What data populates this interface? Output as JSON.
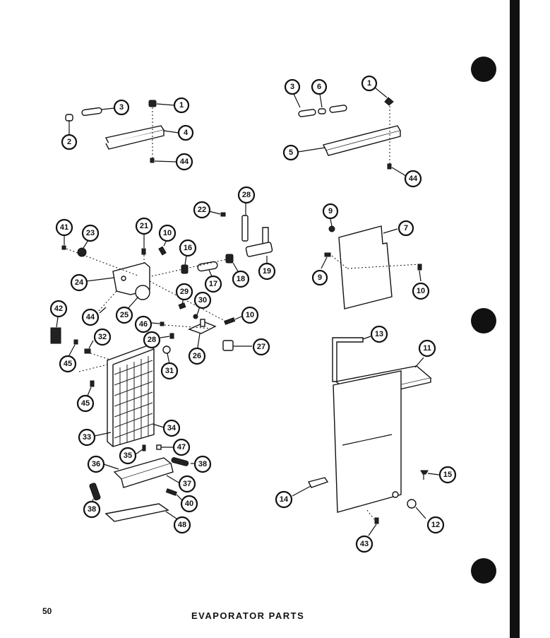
{
  "page": {
    "number": "50",
    "title": "EVAPORATOR PARTS"
  },
  "colors": {
    "ink": "#111111",
    "paper": "#ffffff"
  },
  "callouts": {
    "c1a": "1",
    "c2": "2",
    "c3a": "3",
    "c4": "4",
    "c44a": "44",
    "c3b": "3",
    "c6": "6",
    "c1b": "1",
    "c5": "5",
    "c44b": "44",
    "c22": "22",
    "c28a": "28",
    "c41": "41",
    "c23": "23",
    "c21": "21",
    "c10a": "10",
    "c16": "16",
    "c24": "24",
    "c17": "17",
    "c18a": "18",
    "c19": "19",
    "c44c": "44",
    "c25": "25",
    "c29": "29",
    "c30": "30",
    "c10b": "10",
    "c42": "42",
    "c46": "46",
    "c28b": "28",
    "c32": "32",
    "c26": "26",
    "c27": "27",
    "c45a": "45",
    "c31": "31",
    "c45b": "45",
    "c33": "33",
    "c34": "34",
    "c35": "35",
    "c47": "47",
    "c36": "36",
    "c38a": "38",
    "c37": "37",
    "c38b": "38",
    "c40": "40",
    "c48": "48",
    "c9a": "9",
    "c7": "7",
    "c9b": "9",
    "c10c": "10",
    "c13": "13",
    "c11": "11",
    "c15": "15",
    "c14": "14",
    "c12": "12",
    "c43": "43"
  }
}
